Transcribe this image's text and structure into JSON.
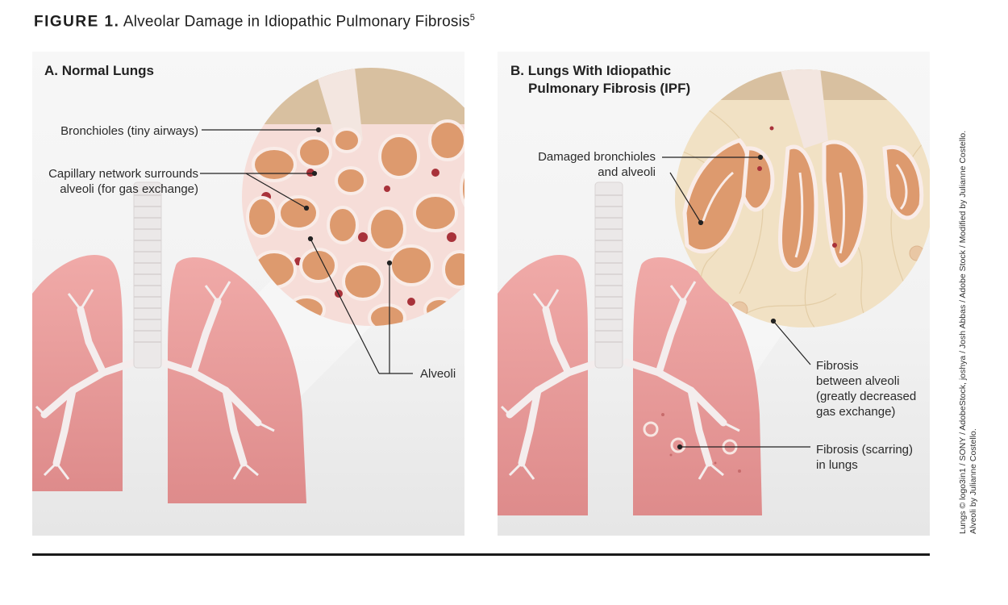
{
  "figure": {
    "number": "FIGURE 1.",
    "title": "Alveolar Damage in Idiopathic Pulmonary Fibrosis",
    "superscript": "5"
  },
  "panel_a": {
    "title": "A. Normal Lungs",
    "labels": {
      "bronchioles": "Bronchioles (tiny airways)",
      "capillary_line1": "Capillary network surrounds",
      "capillary_line2": "alveoli (for gas exchange)",
      "alveoli": "Alveoli"
    }
  },
  "panel_b": {
    "title_line1": "B. Lungs With Idiopathic",
    "title_line2": "Pulmonary Fibrosis (IPF)",
    "labels": {
      "damaged_line1": "Damaged bronchioles",
      "damaged_line2": "and alveoli",
      "fibrosis_between_line1": "Fibrosis",
      "fibrosis_between_line2": "between alveoli",
      "fibrosis_between_line3": "(greatly decreased",
      "fibrosis_between_line4": "gas exchange)",
      "fibrosis_scarring_line1": "Fibrosis (scarring)",
      "fibrosis_scarring_line2": "in lungs"
    }
  },
  "credit": {
    "line1": "Lungs © logo3in1 / SONY / AdobeStock, joshya / Josh Abbas / Adobe Stock / Modified by Julianne Costello.",
    "line2": "Alveoli by Julianne Costello."
  },
  "colors": {
    "lung": "#e9a0a0",
    "lung_dark": "#d98585",
    "alveolus": "#dd9a6e",
    "tissue_normal": "#f6ddd8",
    "capillary": "#a8323a",
    "fibrosis": "#f1e1c4"
  }
}
